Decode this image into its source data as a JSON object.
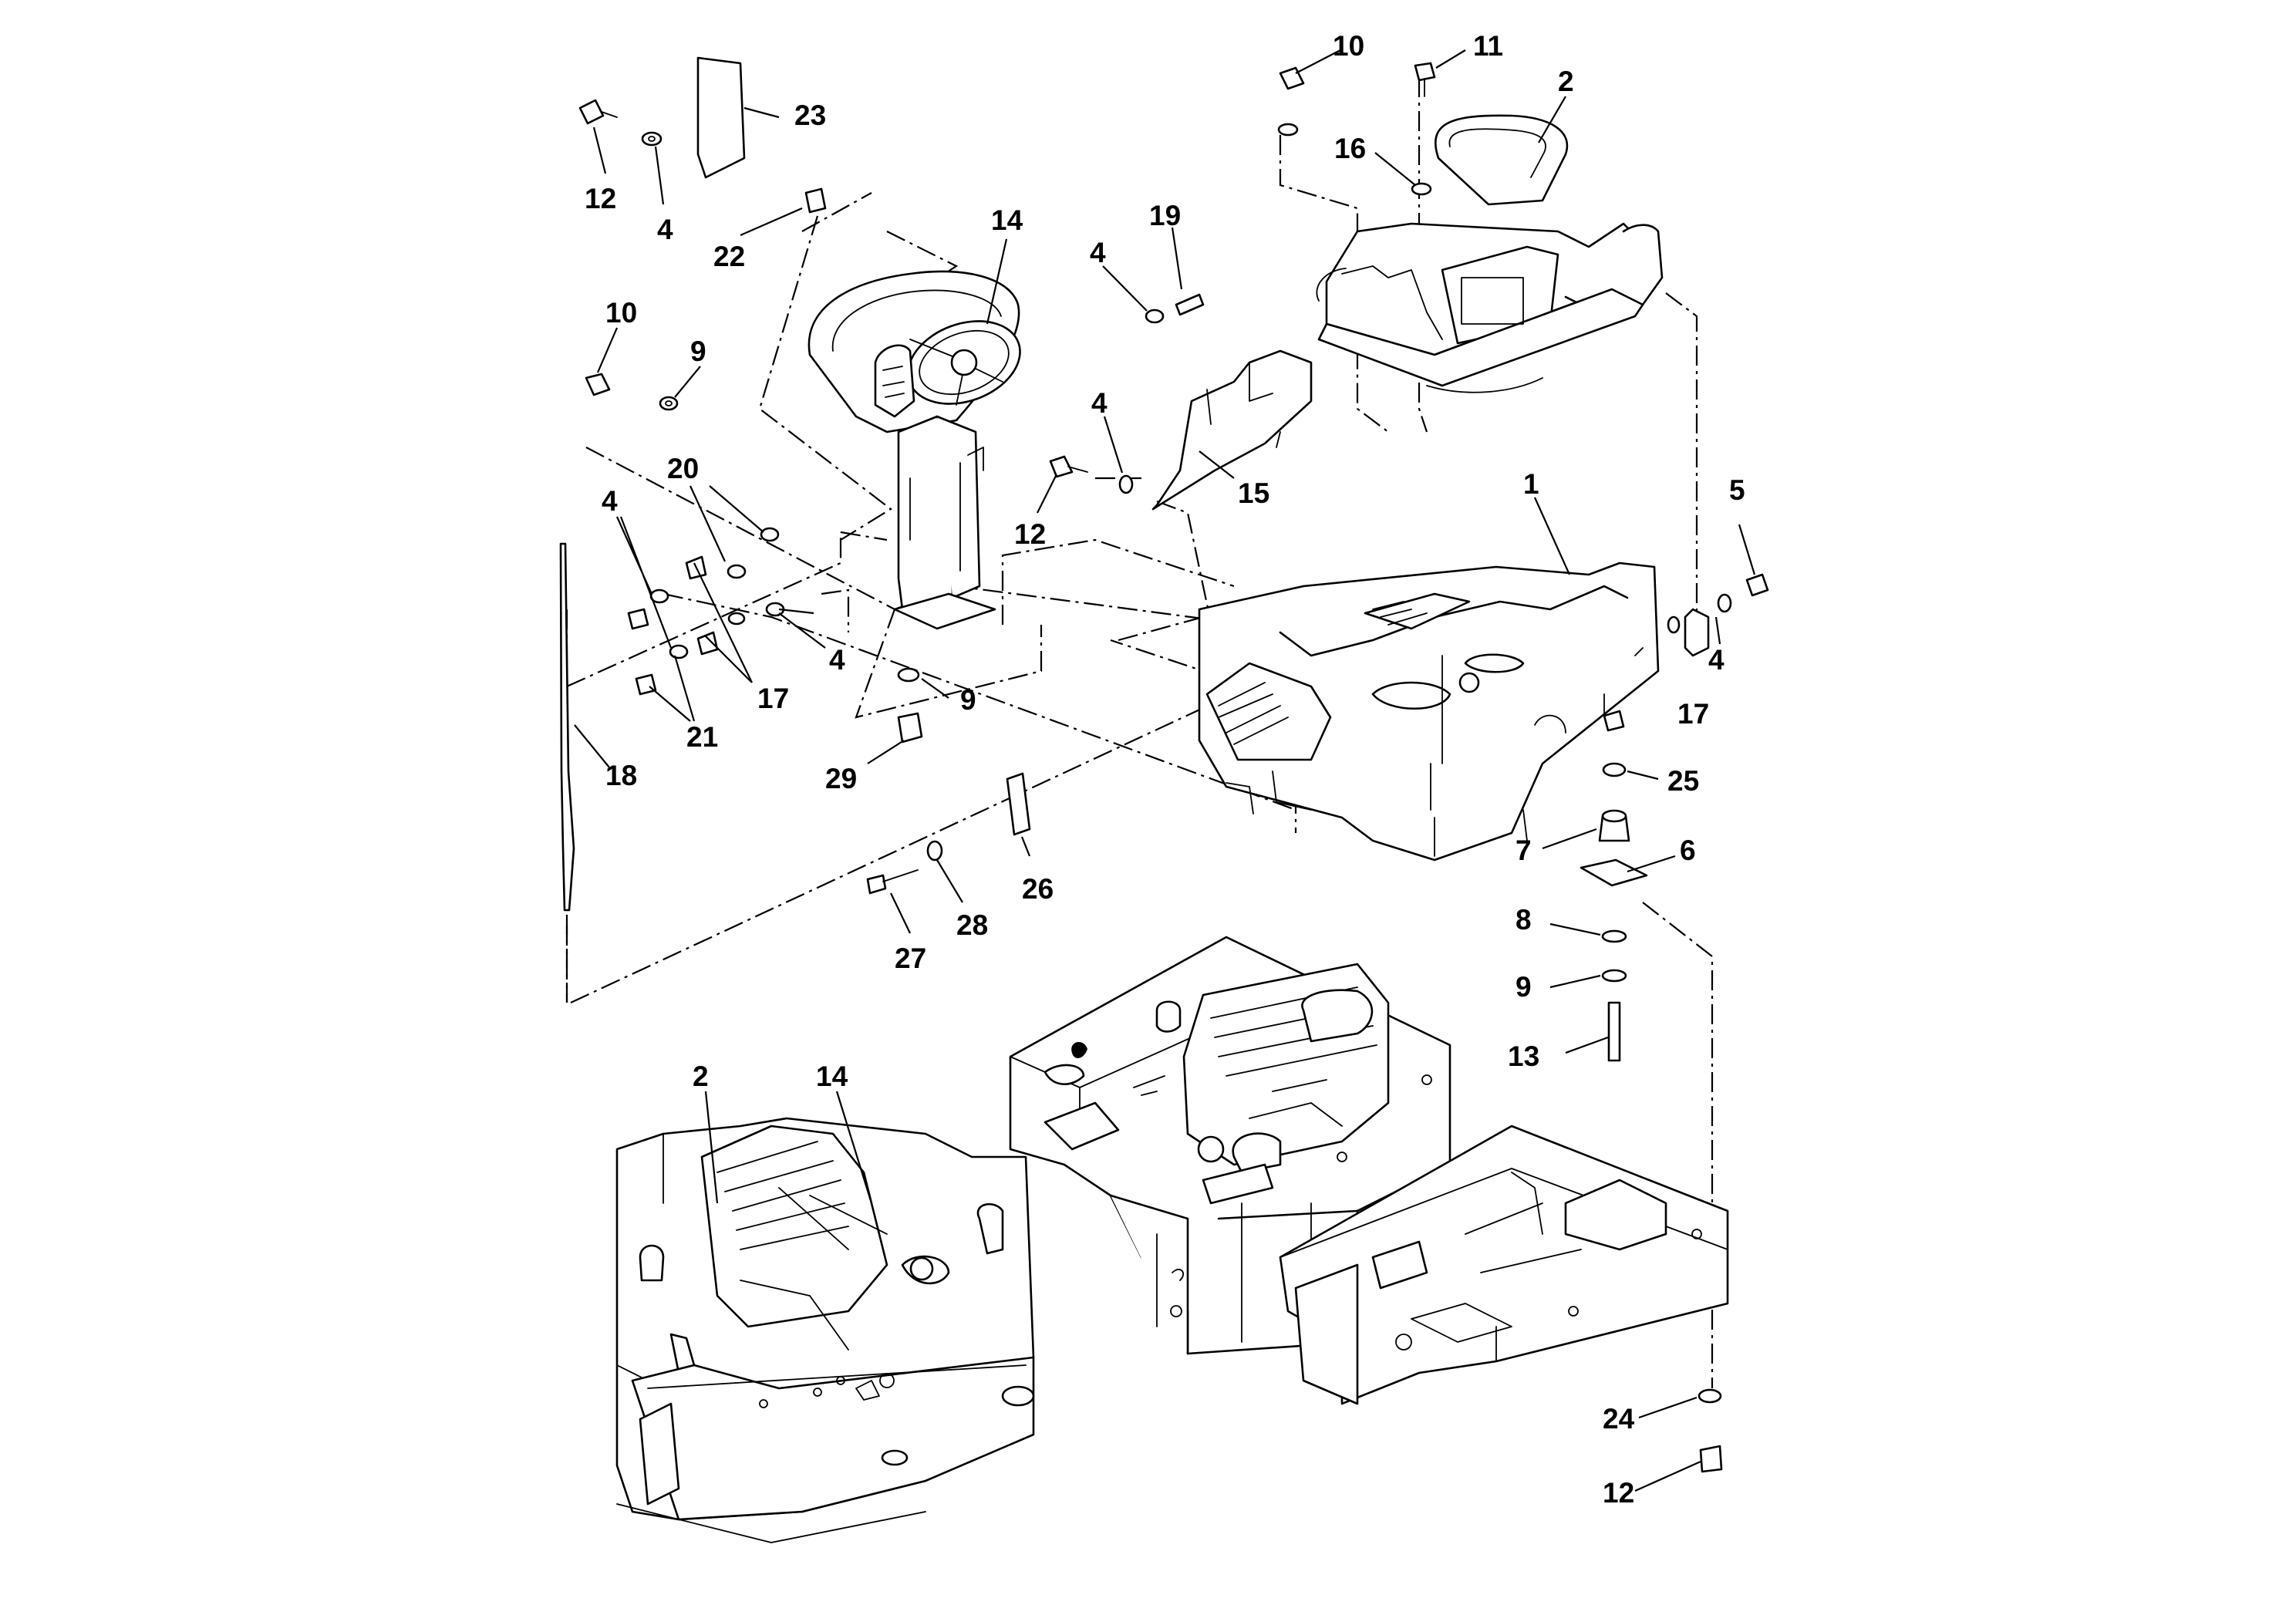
{
  "callouts": [
    {
      "id": "c1",
      "label": "10"
    },
    {
      "id": "c2",
      "label": "11"
    },
    {
      "id": "c3",
      "label": "2"
    },
    {
      "id": "c4",
      "label": "16"
    },
    {
      "id": "c5",
      "label": "23"
    },
    {
      "id": "c6",
      "label": "12"
    },
    {
      "id": "c7",
      "label": "4"
    },
    {
      "id": "c8",
      "label": "22"
    },
    {
      "id": "c9",
      "label": "14"
    },
    {
      "id": "c10",
      "label": "4"
    },
    {
      "id": "c11",
      "label": "19"
    },
    {
      "id": "c12",
      "label": "10"
    },
    {
      "id": "c13",
      "label": "9"
    },
    {
      "id": "c14",
      "label": "4"
    },
    {
      "id": "c15",
      "label": "15"
    },
    {
      "id": "c16",
      "label": "12"
    },
    {
      "id": "c17",
      "label": "1"
    },
    {
      "id": "c18",
      "label": "5"
    },
    {
      "id": "c19",
      "label": "20"
    },
    {
      "id": "c20",
      "label": "4"
    },
    {
      "id": "c21",
      "label": "4"
    },
    {
      "id": "c22",
      "label": "4"
    },
    {
      "id": "c23",
      "label": "17"
    },
    {
      "id": "c24",
      "label": "9"
    },
    {
      "id": "c25",
      "label": "21"
    },
    {
      "id": "c26",
      "label": "17"
    },
    {
      "id": "c27",
      "label": "18"
    },
    {
      "id": "c28",
      "label": "29"
    },
    {
      "id": "c29",
      "label": "25"
    },
    {
      "id": "c30",
      "label": "7"
    },
    {
      "id": "c31",
      "label": "6"
    },
    {
      "id": "c32",
      "label": "26"
    },
    {
      "id": "c33",
      "label": "28"
    },
    {
      "id": "c34",
      "label": "27"
    },
    {
      "id": "c35",
      "label": "8"
    },
    {
      "id": "c36",
      "label": "9"
    },
    {
      "id": "c37",
      "label": "13"
    },
    {
      "id": "c38",
      "label": "2"
    },
    {
      "id": "c39",
      "label": "14"
    },
    {
      "id": "c40",
      "label": "24"
    },
    {
      "id": "c41",
      "label": "12"
    }
  ]
}
